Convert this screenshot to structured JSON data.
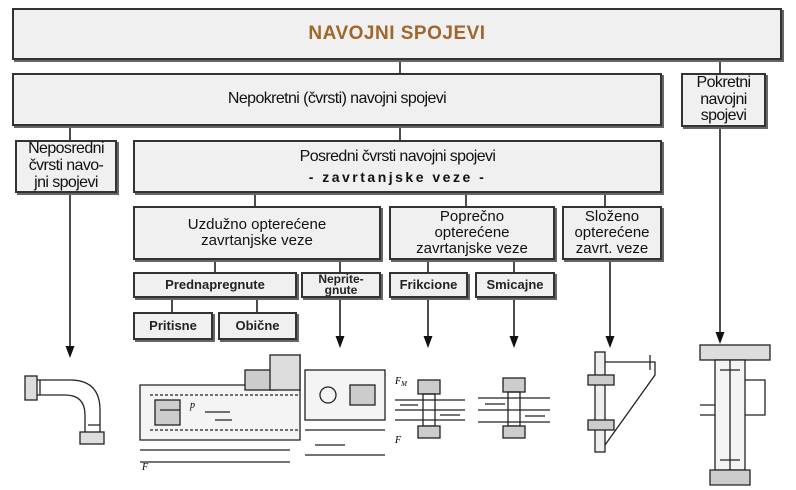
{
  "title": "NAVOJNI SPOJEVI",
  "colors": {
    "title": "#a0662a",
    "box_fill": "#f0f0f0",
    "border": "#333333"
  },
  "level1": {
    "nepokretni": "Nepokretni (čvrsti) navojni spojevi",
    "pokretni": [
      "Pokretni",
      "navojni",
      "spojevi"
    ]
  },
  "level2": {
    "neposredni": [
      "Neposredni",
      "čvrsti navo-",
      "jni spojevi"
    ],
    "posredni": "Posredni čvrsti navojni spojevi",
    "posredni_sub": "- zavrtanjske veze -"
  },
  "level3": {
    "uzduzno": [
      "Uzdužno opterećene",
      "zavrtanjske veze"
    ],
    "poprecno": [
      "Poprečno",
      "opterećene",
      "zavrtanjske veze"
    ],
    "slozeno": [
      "Složeno",
      "opterećene",
      "zavrt. veze"
    ]
  },
  "level4": {
    "prednapregnute": "Prednapregnute",
    "nepritegnute": [
      "Nepritе-",
      "gnute"
    ],
    "frikcione": "Frikcione",
    "smicajne": "Smicajne"
  },
  "level5": {
    "pritisne": "Pritisne",
    "obicne": "Obične"
  },
  "drawing_labels": {
    "force": "F",
    "pressure": "p",
    "friction_force": "F",
    "friction_sub": "M"
  }
}
